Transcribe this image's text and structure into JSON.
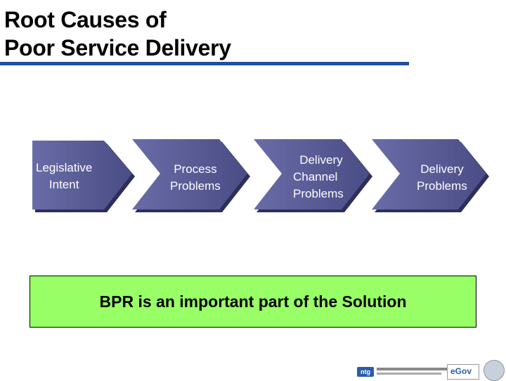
{
  "slide": {
    "title_line1": "Root Causes of",
    "title_line2": "Poor Service Delivery",
    "chevrons": [
      {
        "lines": [
          "Legislative",
          "Intent"
        ]
      },
      {
        "lines": [
          "Process",
          "Problems"
        ]
      },
      {
        "lines": [
          "Delivery",
          "Channel",
          "Problems"
        ]
      },
      {
        "lines": [
          "Delivery",
          "Problems"
        ]
      }
    ],
    "solution": "BPR is an important part of the Solution"
  },
  "colors": {
    "chevron_fill": "#5a5c96",
    "chevron_shadow": "#2e2f58",
    "rule": "#1f4fa0",
    "solution_bg": "#99ff66"
  },
  "logos": {
    "ntg_mark": "ntg",
    "egov_mark": "eGov"
  }
}
